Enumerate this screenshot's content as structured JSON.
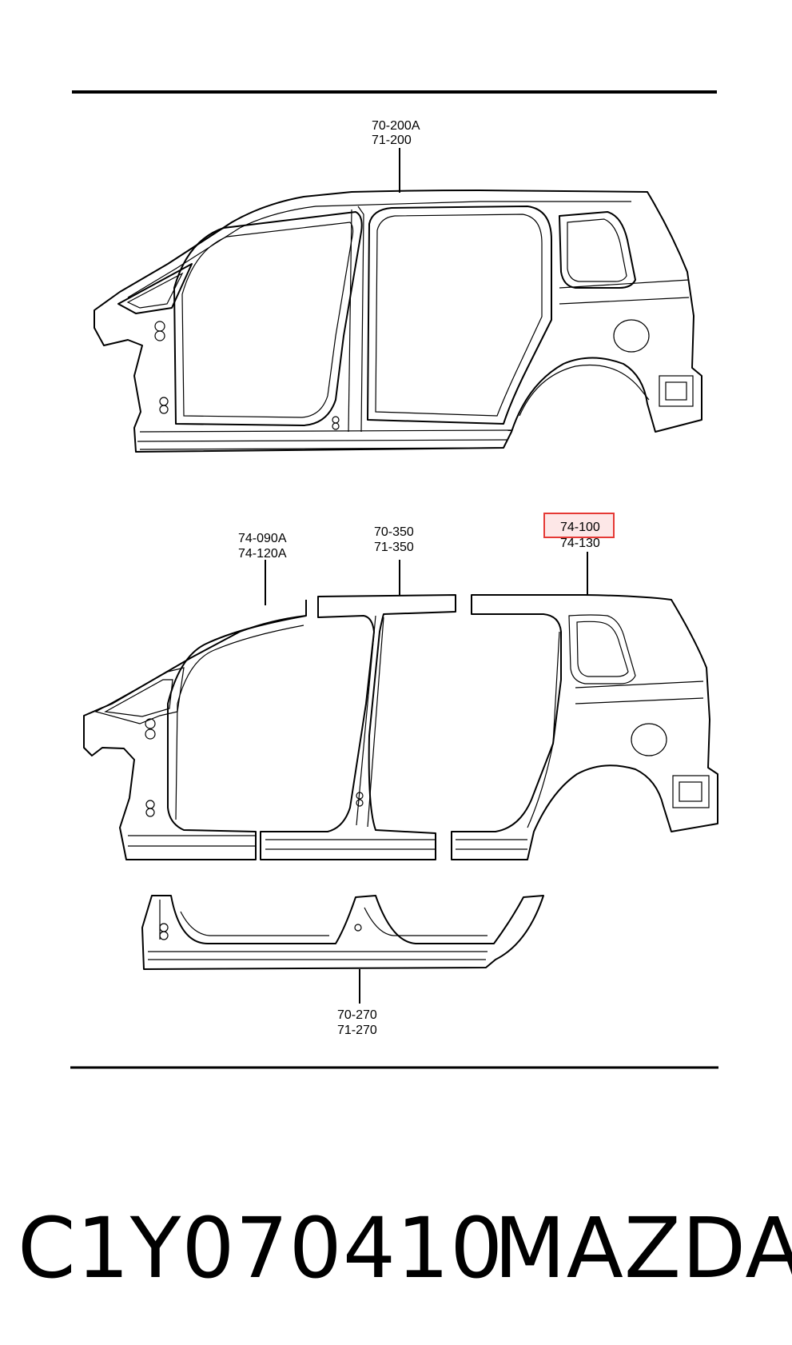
{
  "diagram": {
    "top_assembly": {
      "label_line1": "70-200A",
      "label_line2": "71-200"
    },
    "front_part": {
      "label_line1": "74-090A",
      "label_line2": "74-120A"
    },
    "center_part": {
      "label_line1": "70-350",
      "label_line2": "71-350"
    },
    "rear_part": {
      "label_line1": "74-100",
      "label_line2": "74-130",
      "highlight_color": "#e53935"
    },
    "sill_part": {
      "label_line1": "70-270",
      "label_line2": "71-270"
    }
  },
  "caption": {
    "part_code": "C1Y070410",
    "brand": "MAZDA"
  }
}
